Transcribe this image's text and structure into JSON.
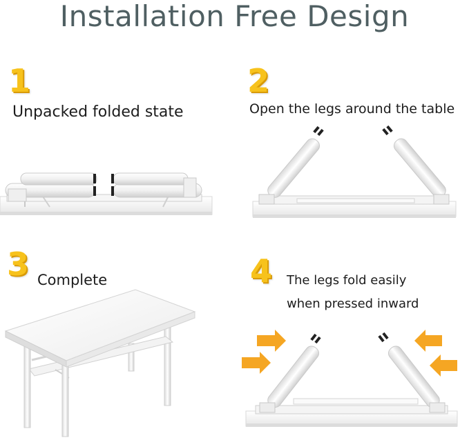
{
  "title": "Installation Free Design",
  "steps": [
    {
      "number": "1",
      "caption": "Unpacked folded state"
    },
    {
      "number": "2",
      "caption": "Open the legs around the table"
    },
    {
      "number": "3",
      "caption": "Complete"
    },
    {
      "number": "4",
      "caption_line1": "The legs fold easily",
      "caption_line2": "when pressed inward"
    }
  ],
  "colors": {
    "title": "#4f5f62",
    "step_number": "#f7c21c",
    "arrow": "#f5a623",
    "table": "#f4f4f4"
  }
}
